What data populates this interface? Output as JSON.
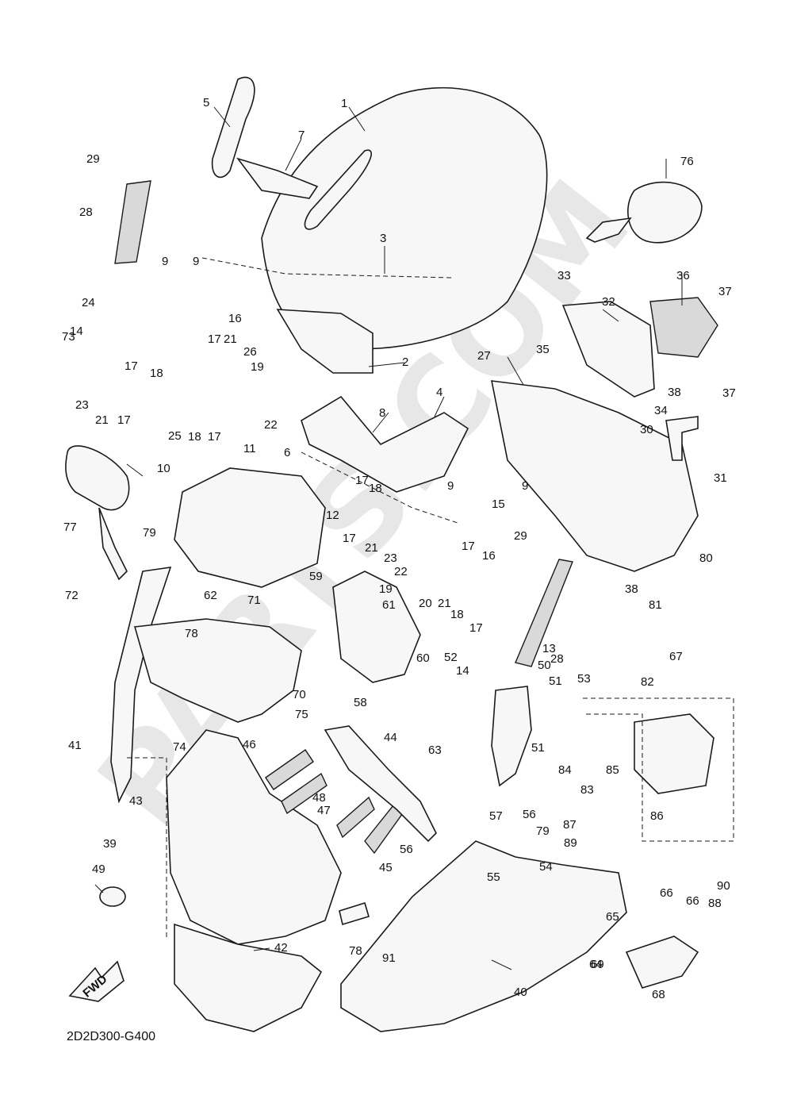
{
  "diagram": {
    "code": "2D2D300-G400",
    "watermark": "PARTS.COM",
    "fwd_label": "FWD",
    "callouts": [
      "1",
      "2",
      "3",
      "4",
      "5",
      "6",
      "7",
      "8",
      "9",
      "9",
      "9",
      "9",
      "10",
      "11",
      "12",
      "13",
      "14",
      "14",
      "15",
      "16",
      "16",
      "17",
      "17",
      "17",
      "17",
      "17",
      "17",
      "17",
      "17",
      "18",
      "18",
      "18",
      "18",
      "19",
      "19",
      "20",
      "21",
      "21",
      "21",
      "21",
      "22",
      "22",
      "23",
      "23",
      "24",
      "25",
      "26",
      "27",
      "28",
      "28",
      "29",
      "29",
      "30",
      "31",
      "32",
      "33",
      "34",
      "35",
      "36",
      "37",
      "37",
      "38",
      "38",
      "39",
      "40",
      "41",
      "42",
      "43",
      "44",
      "45",
      "46",
      "47",
      "48",
      "49",
      "50",
      "51",
      "51",
      "52",
      "53",
      "54",
      "55",
      "56",
      "56",
      "57",
      "58",
      "59",
      "60",
      "61",
      "62",
      "63",
      "64",
      "65",
      "66",
      "66",
      "67",
      "68",
      "69",
      "70",
      "71",
      "72",
      "73",
      "74",
      "75",
      "76",
      "77",
      "78",
      "78",
      "79",
      "79",
      "80",
      "81",
      "82",
      "83",
      "84",
      "85",
      "86",
      "87",
      "88",
      "89",
      "90",
      "91"
    ]
  }
}
